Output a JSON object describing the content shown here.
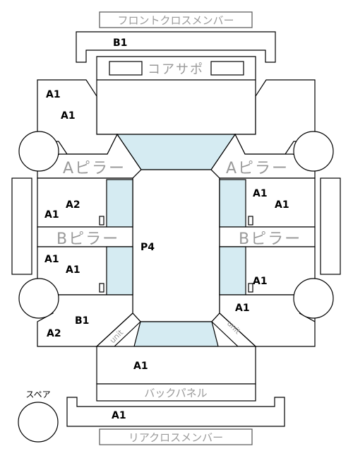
{
  "parts": {
    "front_cross_member": "フロントクロスメンバー",
    "core_support": "コアサポ",
    "a_pillar_left": "Aピラー",
    "a_pillar_right": "Aピラー",
    "b_pillar_left": "Bピラー",
    "b_pillar_right": "Bピラー",
    "back_panel": "バックパネル",
    "rear_cross_member": "リアクロスメンバー",
    "spare": "スペア",
    "unit_left": "unit",
    "unit_right": "unit"
  },
  "grades": {
    "front_cross_member": "B1",
    "left_front_fender_top": "A1",
    "left_front_fender": "A1",
    "left_front_door_top": "A2",
    "left_front_door": "A1",
    "left_rear_door_top": "A1",
    "left_rear_door": "A1",
    "left_rear_quarter": "B1",
    "left_rear_quarter_low": "A2",
    "roof": "P4",
    "right_front_door_top": "A1",
    "right_front_door": "A1",
    "right_rear_door": "A1",
    "right_rear_quarter": "A1",
    "trunk": "A1",
    "rear_bumper": "A1"
  }
}
